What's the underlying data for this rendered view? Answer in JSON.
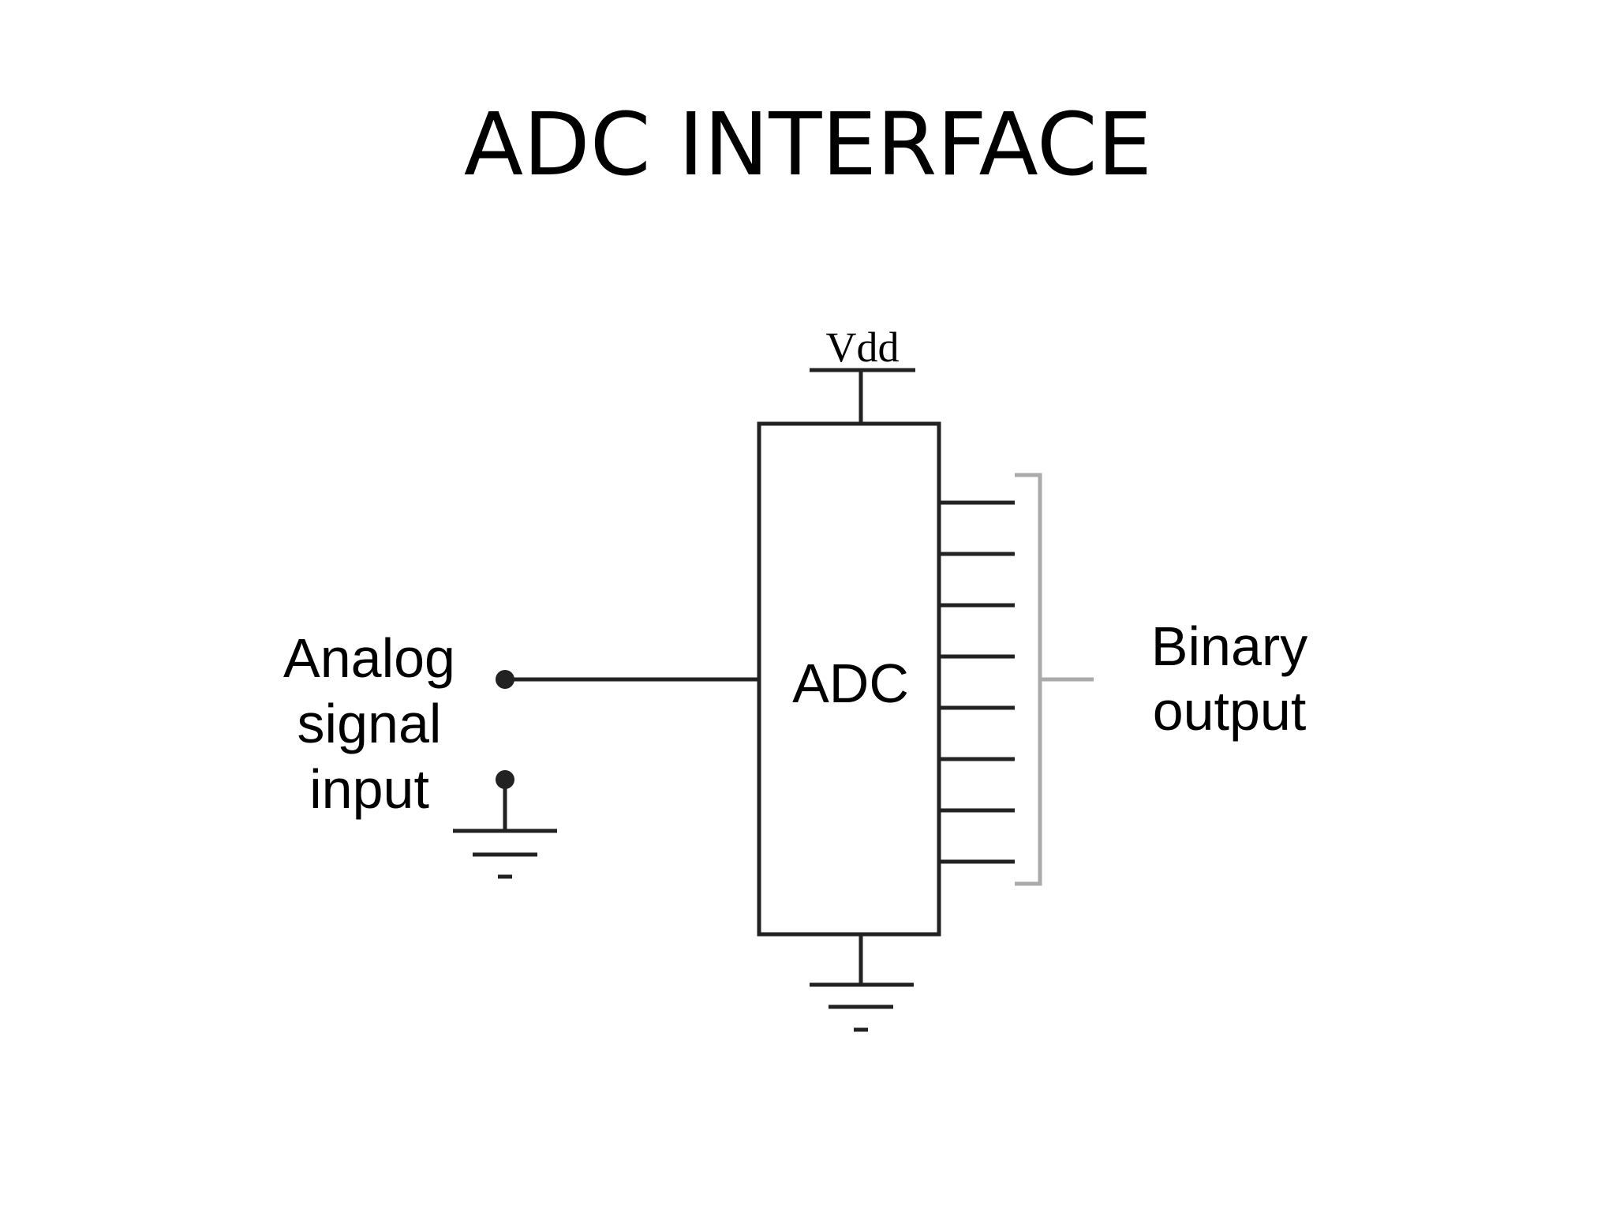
{
  "slide": {
    "title": "ADC INTERFACE"
  },
  "diagram": {
    "supply_label": "Vdd",
    "adc_label": "ADC",
    "input_label": [
      "Analog",
      "signal",
      "input"
    ],
    "output_label": [
      "Binary",
      "output"
    ],
    "output_bits": 8,
    "colors": {
      "line": "#222222",
      "bracket": "#aaaaaa",
      "text": "#000000"
    }
  }
}
